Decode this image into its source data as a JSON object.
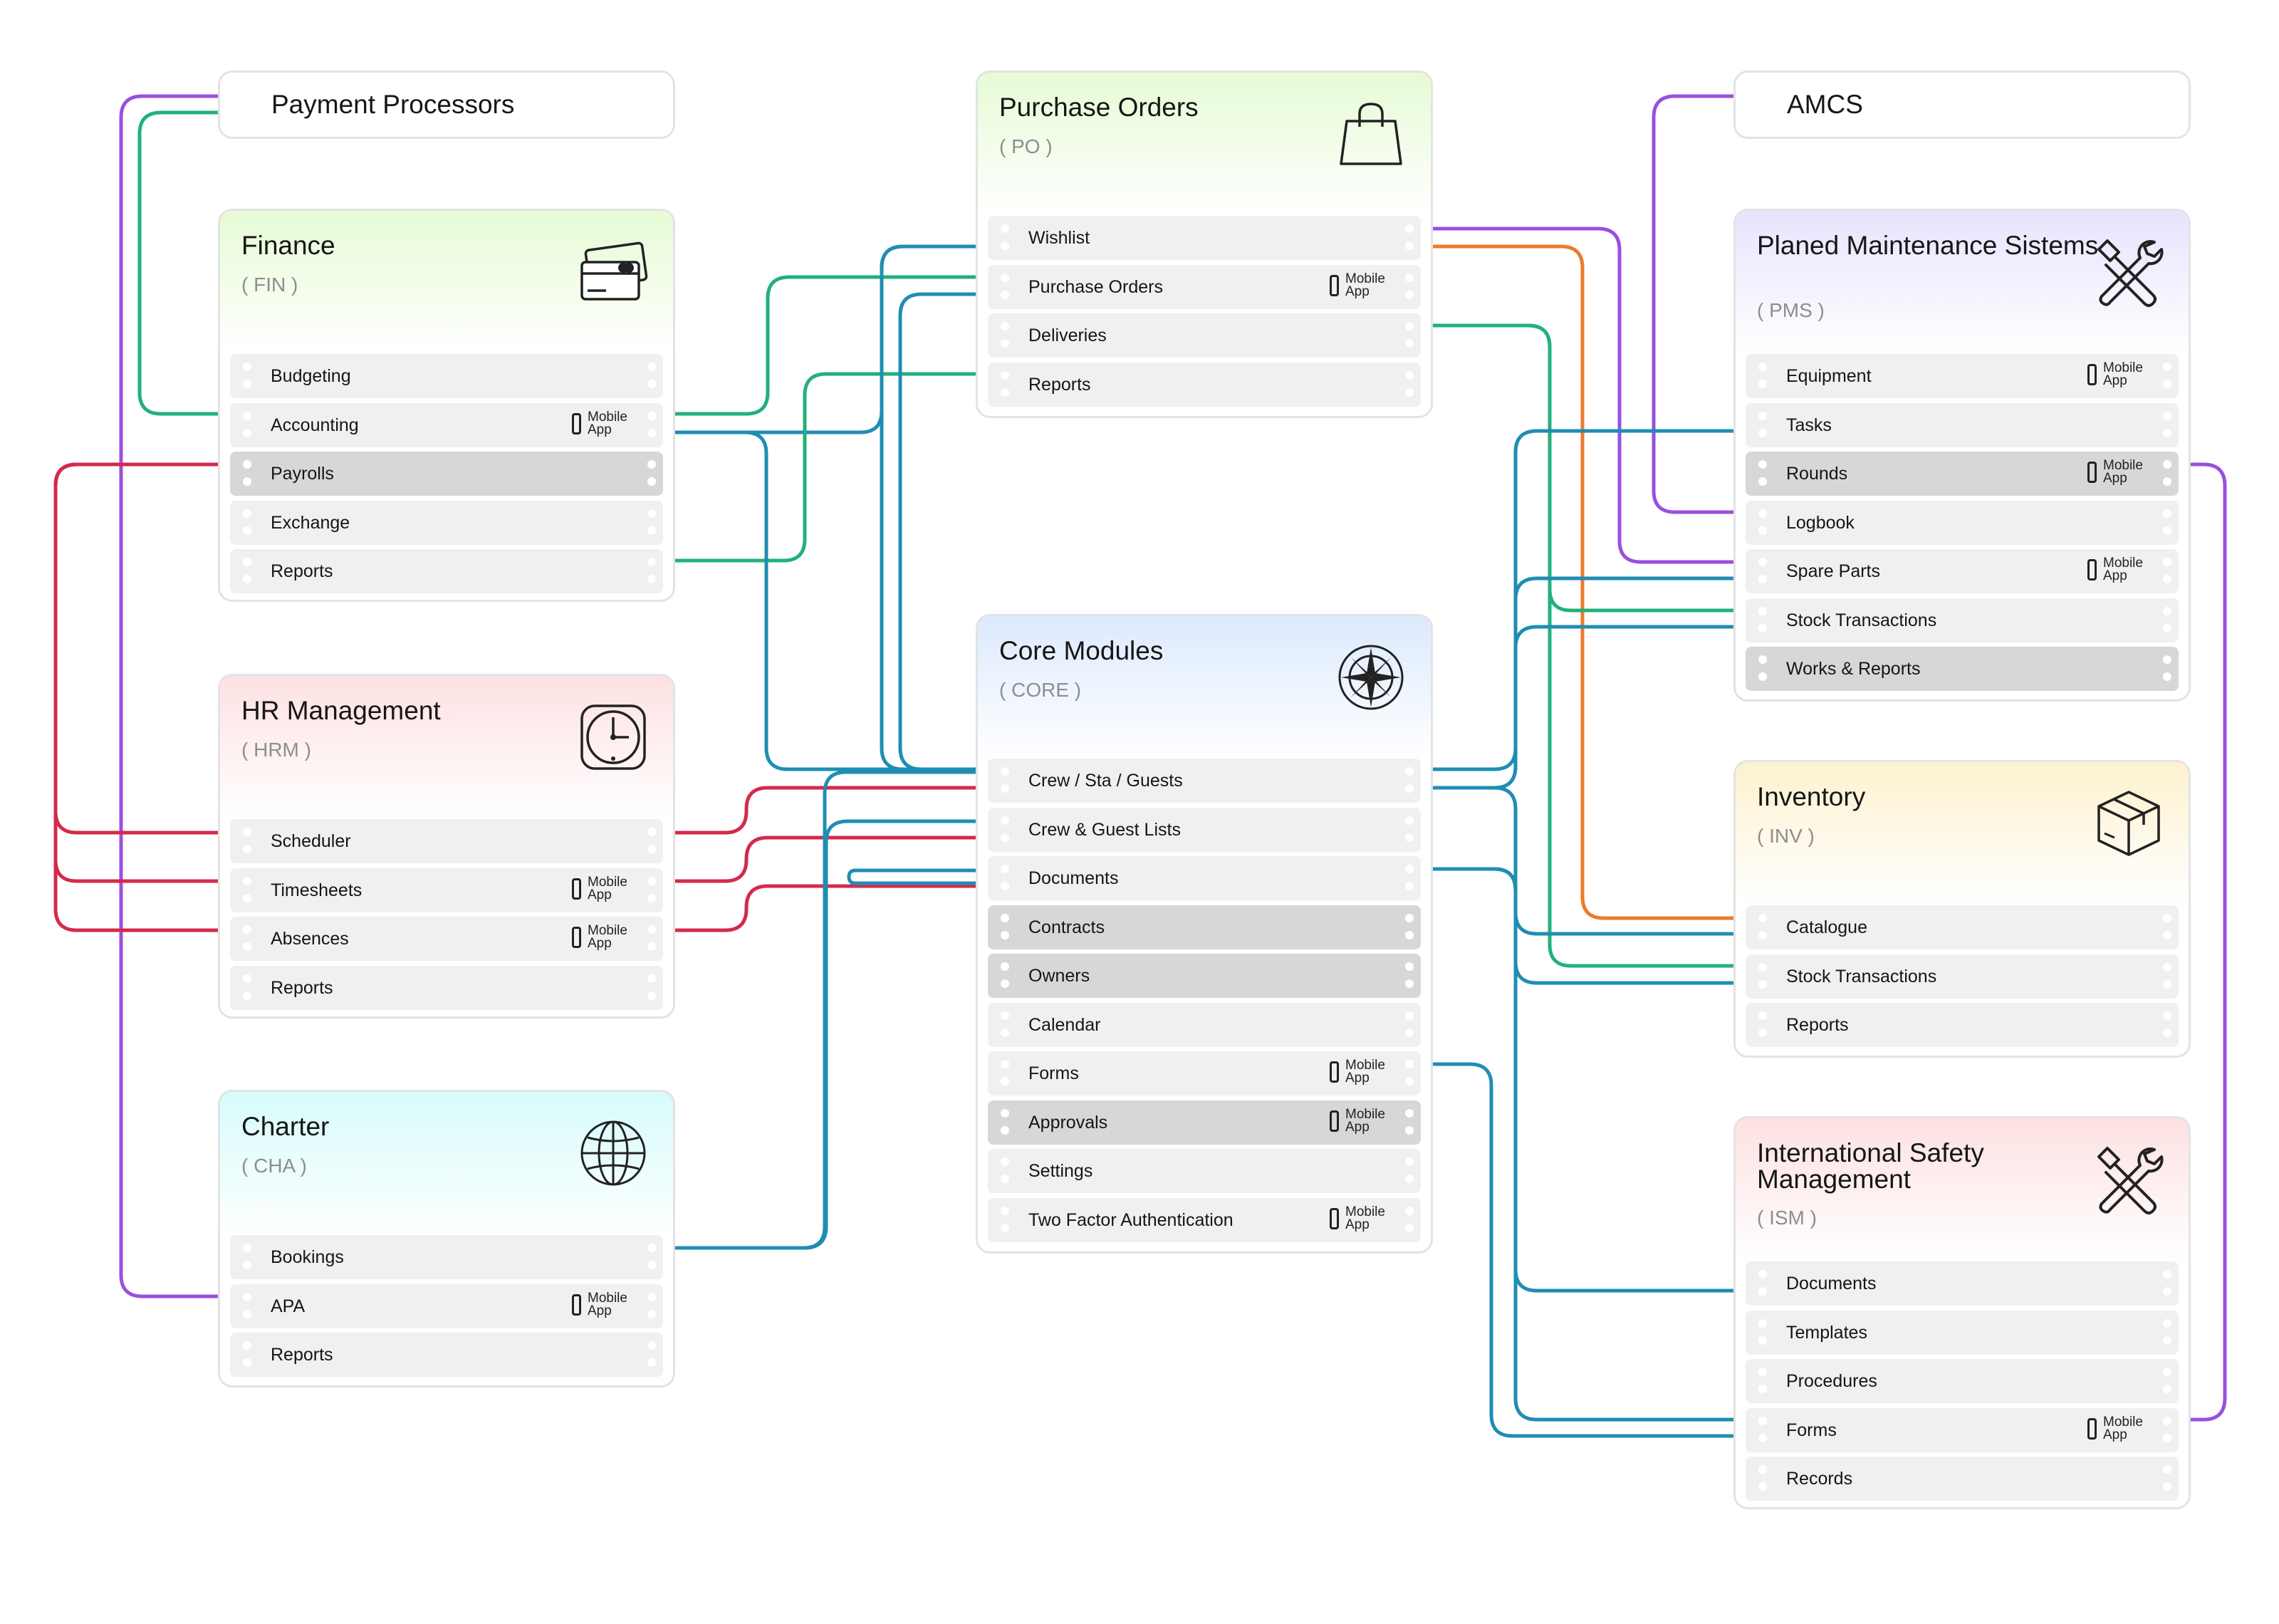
{
  "mobile_badge": {
    "line1": "Mobile",
    "line2": "App"
  },
  "colors": {
    "blue": "#1f8db3",
    "green": "#23b07a",
    "red": "#d42a4b",
    "purple": "#9a4fe0",
    "orange": "#ec7a2b"
  },
  "header_boxes": [
    {
      "id": "payment",
      "title": "Payment Processors"
    },
    {
      "id": "amcs",
      "title": "AMCS"
    }
  ],
  "modules": [
    {
      "id": "fin",
      "title": "Finance",
      "code": "( FIN )",
      "icon": "credit-card-icon",
      "tint": "#e6fbd5",
      "items": [
        {
          "label": "Budgeting"
        },
        {
          "label": "Accounting",
          "mobile": true
        },
        {
          "label": "Payrolls",
          "highlight": true
        },
        {
          "label": "Exchange"
        },
        {
          "label": "Reports"
        }
      ]
    },
    {
      "id": "hrm",
      "title": "HR Management",
      "code": "( HRM )",
      "icon": "clock-icon",
      "tint": "#fde1e2",
      "items": [
        {
          "label": "Scheduler"
        },
        {
          "label": "Timesheets",
          "mobile": true
        },
        {
          "label": "Absences",
          "mobile": true
        },
        {
          "label": "Reports"
        }
      ]
    },
    {
      "id": "cha",
      "title": "Charter",
      "code": "( CHA )",
      "icon": "globe-icon",
      "tint": "#d6fbfb",
      "items": [
        {
          "label": "Bookings"
        },
        {
          "label": "APA",
          "mobile": true
        },
        {
          "label": "Reports"
        }
      ]
    },
    {
      "id": "po",
      "title": "Purchase Orders",
      "code": "( PO )",
      "icon": "shopping-bag-icon",
      "tint": "#e6fbd5",
      "items": [
        {
          "label": "Wishlist"
        },
        {
          "label": "Purchase Orders",
          "mobile": true
        },
        {
          "label": "Deliveries"
        },
        {
          "label": "Reports"
        }
      ]
    },
    {
      "id": "core",
      "title": "Core Modules",
      "code": "( CORE )",
      "icon": "compass-rose-icon",
      "tint": "#dceafd",
      "items": [
        {
          "label": "Crew / Sta / Guests"
        },
        {
          "label": "Crew & Guest Lists"
        },
        {
          "label": "Documents"
        },
        {
          "label": "Contracts",
          "highlight": true
        },
        {
          "label": "Owners",
          "highlight": true
        },
        {
          "label": "Calendar"
        },
        {
          "label": "Forms",
          "mobile": true
        },
        {
          "label": "Approvals",
          "mobile": true,
          "highlight": true
        },
        {
          "label": "Settings"
        },
        {
          "label": "Two Factor Authentication",
          "mobile": true
        }
      ]
    },
    {
      "id": "pms",
      "title": "Planed Maintenance Sistems",
      "code": "( PMS )",
      "icon": "tools-icon",
      "tint": "#e6e4fd",
      "items": [
        {
          "label": "Equipment",
          "mobile": true
        },
        {
          "label": "Tasks"
        },
        {
          "label": "Rounds",
          "mobile": true,
          "highlight": true
        },
        {
          "label": "Logbook"
        },
        {
          "label": "Spare Parts",
          "mobile": true
        },
        {
          "label": "Stock Transactions"
        },
        {
          "label": "Works & Reports",
          "highlight": true
        }
      ]
    },
    {
      "id": "inv",
      "title": "Inventory",
      "code": "( INV )",
      "icon": "box-icon",
      "tint": "#fdf1cf",
      "items": [
        {
          "label": "Catalogue"
        },
        {
          "label": "Stock Transactions"
        },
        {
          "label": "Reports"
        }
      ]
    },
    {
      "id": "ism",
      "title": "International Safety Management",
      "code": "( ISM )",
      "icon": "tools-icon",
      "tint": "#fde1e2",
      "items": [
        {
          "label": "Documents"
        },
        {
          "label": "Templates"
        },
        {
          "label": "Procedures"
        },
        {
          "label": "Forms",
          "mobile": true
        },
        {
          "label": "Records"
        }
      ]
    }
  ]
}
